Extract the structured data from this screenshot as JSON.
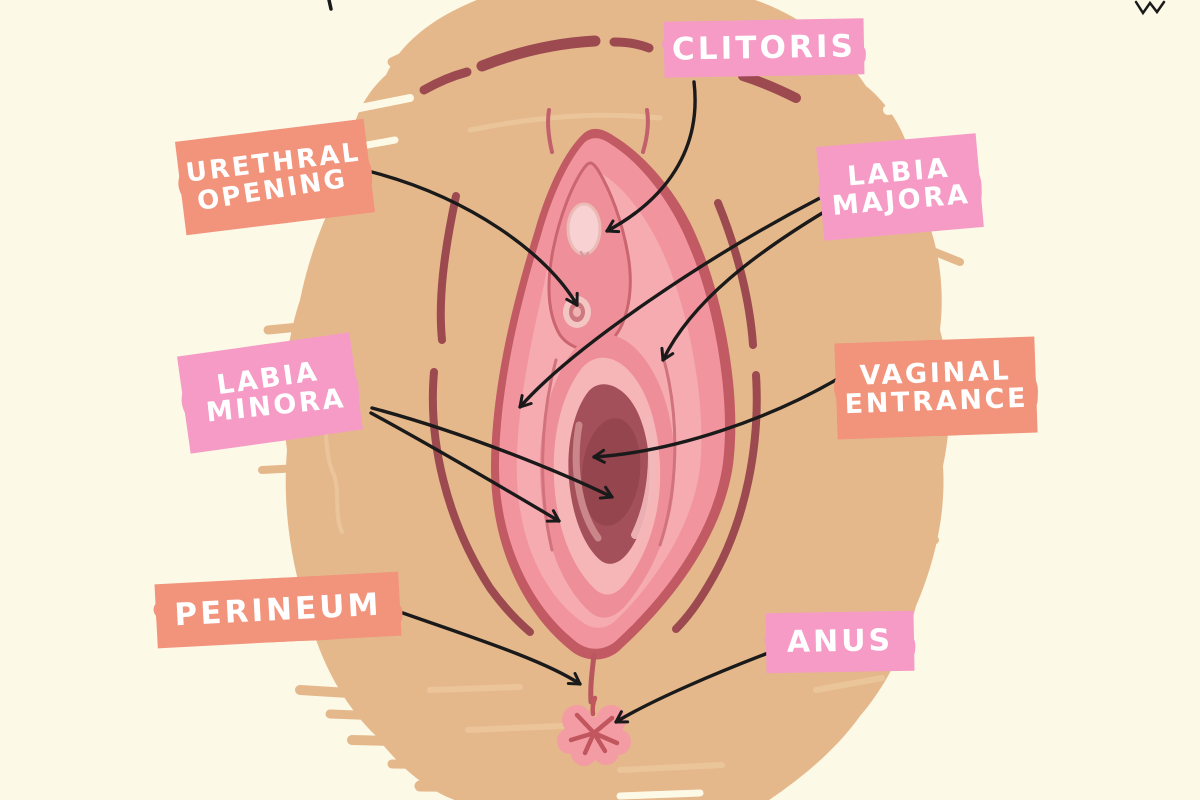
{
  "figure": {
    "description": "Hand-drawn labeled diagram of external vulva anatomy"
  },
  "labels": {
    "clitoris": {
      "text": "CLITORIS"
    },
    "urethral_opening": {
      "line1": "URETHRAL",
      "line2": "OPENING"
    },
    "labia_majora": {
      "line1": "LABIA",
      "line2": "MAJORA"
    },
    "labia_minora": {
      "line1": "LABIA",
      "line2": "MINORA"
    },
    "vaginal_entrance": {
      "line1": "VAGINAL",
      "line2": "ENTRANCE"
    },
    "perineum": {
      "text": "PERINEUM"
    },
    "anus": {
      "text": "ANUS"
    }
  },
  "colors": {
    "background": "#FDF9E7",
    "skin": "#E5B88C",
    "skin_texture": "#F0CFA6",
    "crease_red": "#9C4A50",
    "label_pink": "#F59BC6",
    "label_salmon": "#F2937B",
    "label_text": "#FFFFFF",
    "vulva_outline": "#C25A64",
    "outer_lip_pink": "#F2949E",
    "interior_pink": "#F5ABB0",
    "hood_pink": "#EF8F9A",
    "glans_pink": "#F8D2D3",
    "opening_dark": "#A3505A",
    "opening_core": "#95454D",
    "anus_pink": "#F49CA4",
    "anus_crease": "#C2565E",
    "arrow": "#1A1A1A"
  }
}
